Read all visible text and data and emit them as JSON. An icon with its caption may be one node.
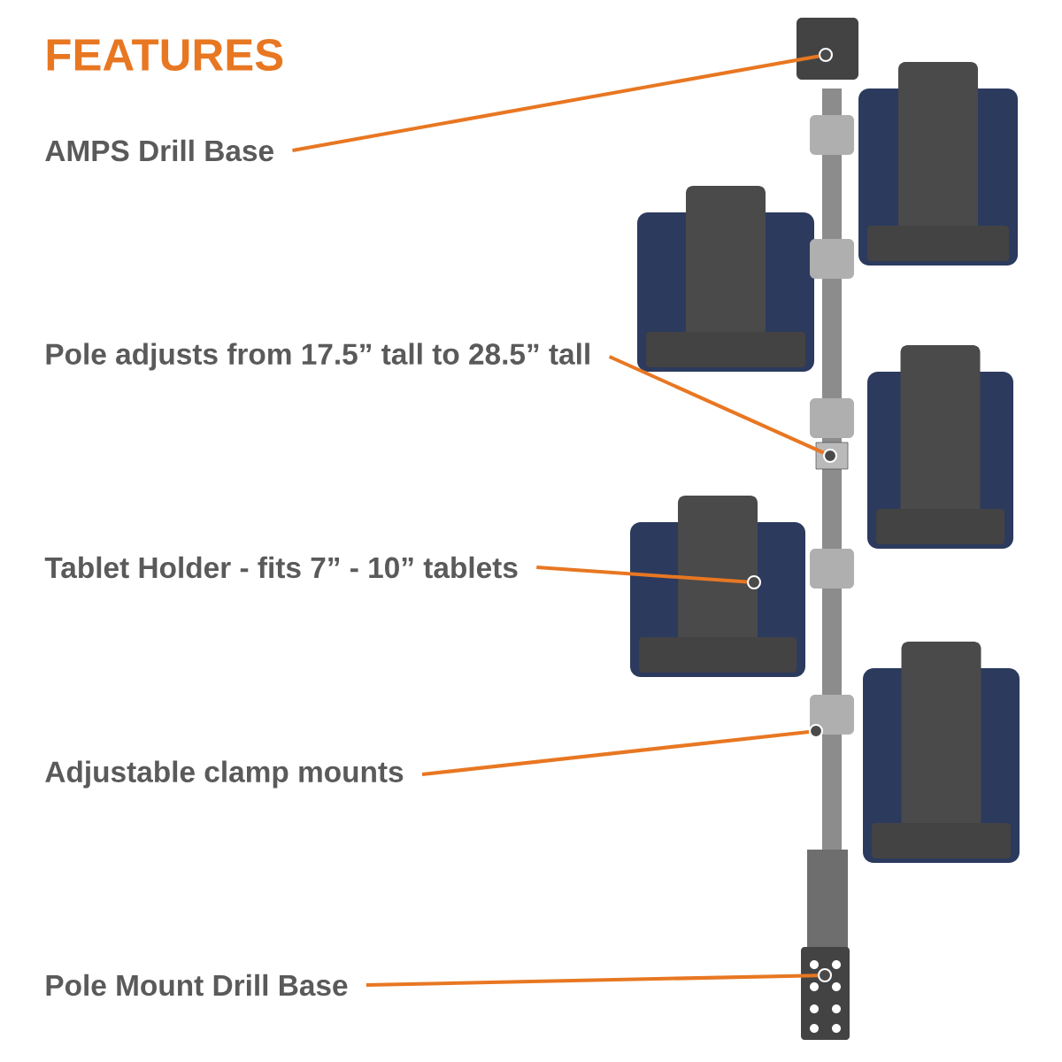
{
  "diagram": {
    "title": "FEATURES",
    "nodes": [
      {
        "text": [
          "AMPS Drill Base"
        ]
      },
      {
        "text": [
          "Pole adjusts from 17.5” tall to 28.5” tall"
        ]
      },
      {
        "text": [
          "Tablet Holder - fits 7” - 10” tablets"
        ]
      },
      {
        "text": [
          "Adjustable clamp mounts"
        ]
      },
      {
        "text": [
          "Pole Mount Drill Base"
        ]
      },
      {
        "text": [],
        "shape": "circle"
      },
      {
        "text": [],
        "shape": "circle"
      },
      {
        "text": [],
        "shape": "circle"
      },
      {
        "text": [],
        "shape": "circle"
      },
      {
        "text": [],
        "shape": "circle"
      }
    ],
    "edges": [
      {
        "from": 0,
        "to": 5,
        "arrow": "none"
      },
      {
        "from": 1,
        "to": 6,
        "arrow": "none"
      },
      {
        "from": 2,
        "to": 7,
        "arrow": "none"
      },
      {
        "from": 3,
        "to": 8,
        "arrow": "none"
      },
      {
        "from": 4,
        "to": 9,
        "arrow": "none"
      }
    ]
  }
}
